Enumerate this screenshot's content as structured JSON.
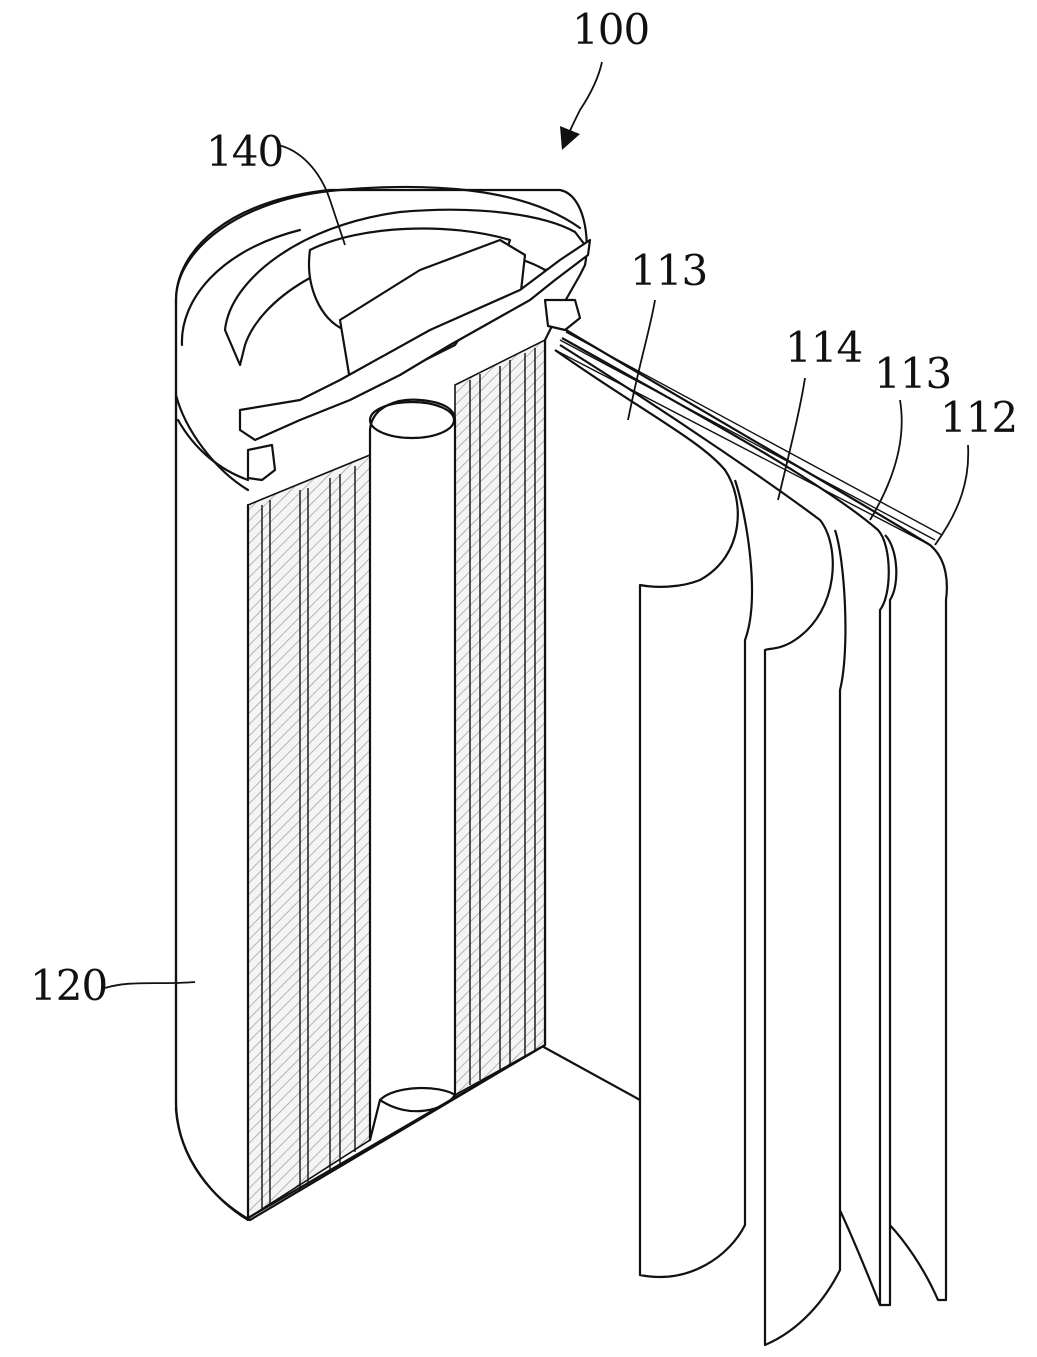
{
  "figure": {
    "labels": {
      "assembly": "100",
      "cap_assembly": "140",
      "case": "120",
      "separator_inner": "113",
      "negative_electrode": "114",
      "separator_outer": "113",
      "positive_electrode": "112"
    }
  }
}
